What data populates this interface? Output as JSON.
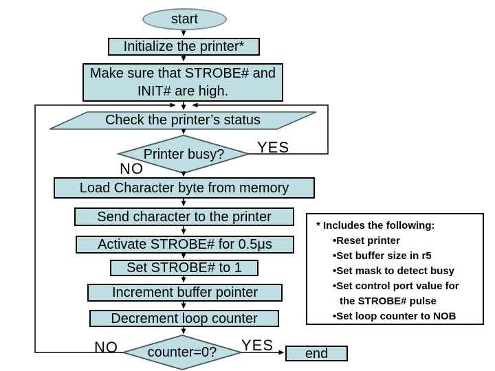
{
  "diagram": {
    "title_hint": "Printer driver flowchart",
    "nodes": {
      "start": "start",
      "init": "Initialize the printer*",
      "make_sure": "Make sure that STROBE# and INIT# are high.",
      "check_status": "Check the printer’s status",
      "printer_busy": "Printer busy?",
      "load_char": "Load Character byte from memory",
      "send_char": "Send character to the printer",
      "activate_strobe": "Activate STROBE# for 0.5μs",
      "set_strobe": "Set STROBE# to 1",
      "increment": "Increment buffer pointer",
      "decrement": "Decrement loop counter",
      "counter_zero": "counter=0?",
      "end": "end"
    },
    "edge_labels": {
      "busy_yes": "YES",
      "busy_no": "NO",
      "counter_yes": "YES",
      "counter_no": "NO"
    },
    "note": {
      "title": "* Includes the following:",
      "items": [
        "•Reset printer",
        "•Set buffer size in r5",
        "•Set mask to detect busy",
        "•Set control port value for\nthe STROBE# pulse",
        "•Set loop counter to NOB"
      ]
    },
    "colors": {
      "shape_fill": "#bedee3",
      "rect_border": "#000000",
      "outline_border": "#45565c",
      "background": "#ffffff"
    }
  }
}
